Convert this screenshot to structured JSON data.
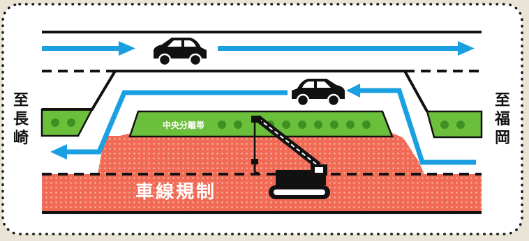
{
  "labels": {
    "left_destination": [
      "至",
      "長",
      "崎"
    ],
    "right_destination": [
      "至",
      "福",
      "岡"
    ],
    "median": "中央分離帯",
    "restriction": "車線規制"
  },
  "colors": {
    "background": "#e9e4d6",
    "panel": "#ffffff",
    "border_dots": "#1a1a1a",
    "road_line": "#111111",
    "traffic_arrow": "#1aa0e0",
    "median_green": "#6cbf3a",
    "median_dot": "#3f8f22",
    "restriction_zone": "#f06a55",
    "restriction_dot": "#f7b19f",
    "vehicle": "#111111"
  },
  "icons": [
    "car-icon",
    "car-icon",
    "crane-icon",
    "arrow-right-icon",
    "arrow-left-icon"
  ]
}
